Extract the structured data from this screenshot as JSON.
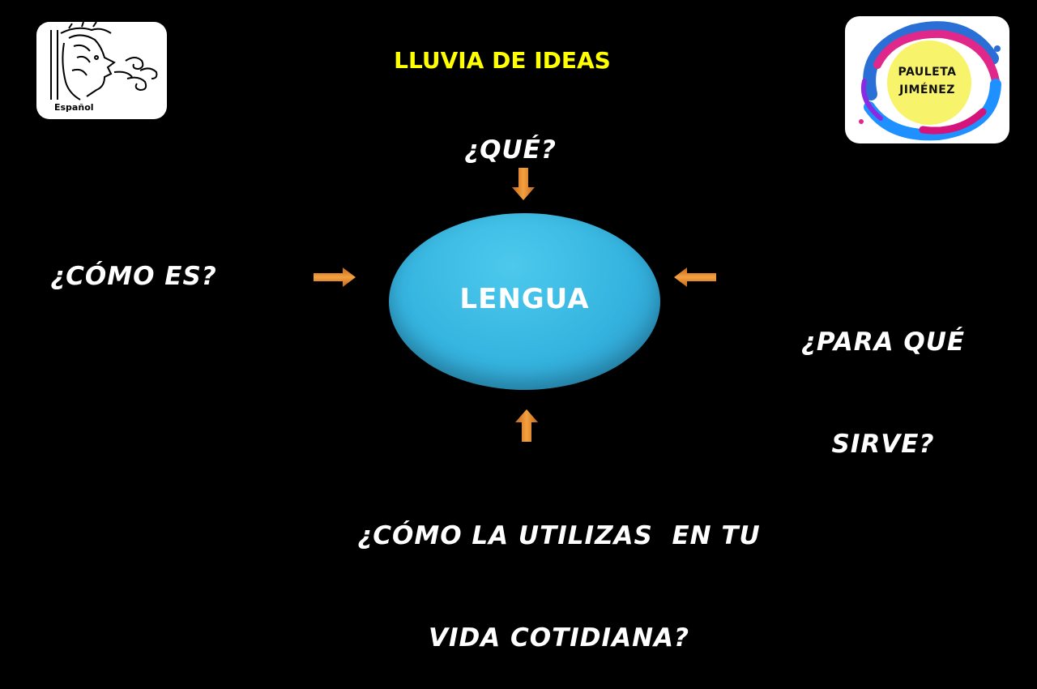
{
  "title": "LLUVIA DE IDEAS",
  "center": {
    "label": "LENGUA",
    "color": "#35b4e0"
  },
  "questions": {
    "top": "¿QUÉ?",
    "left": "¿CÓMO ES?",
    "right": [
      "¿PARA QUÉ",
      "SIRVE?"
    ],
    "bottom": [
      "¿CÓMO LA UTILIZAS  EN TU",
      "VIDA COTIDIANA?"
    ]
  },
  "logos": {
    "left": {
      "caption": "Español",
      "icon": "mayan-profile-icon"
    },
    "right": {
      "line1": "PAULETA",
      "line2": "JIMÉNEZ",
      "icon": "paint-swirl-icon"
    }
  },
  "colors": {
    "title": "#ffff00",
    "arrow": "#f08a24",
    "text": "#ffffff",
    "background": "#000000"
  }
}
